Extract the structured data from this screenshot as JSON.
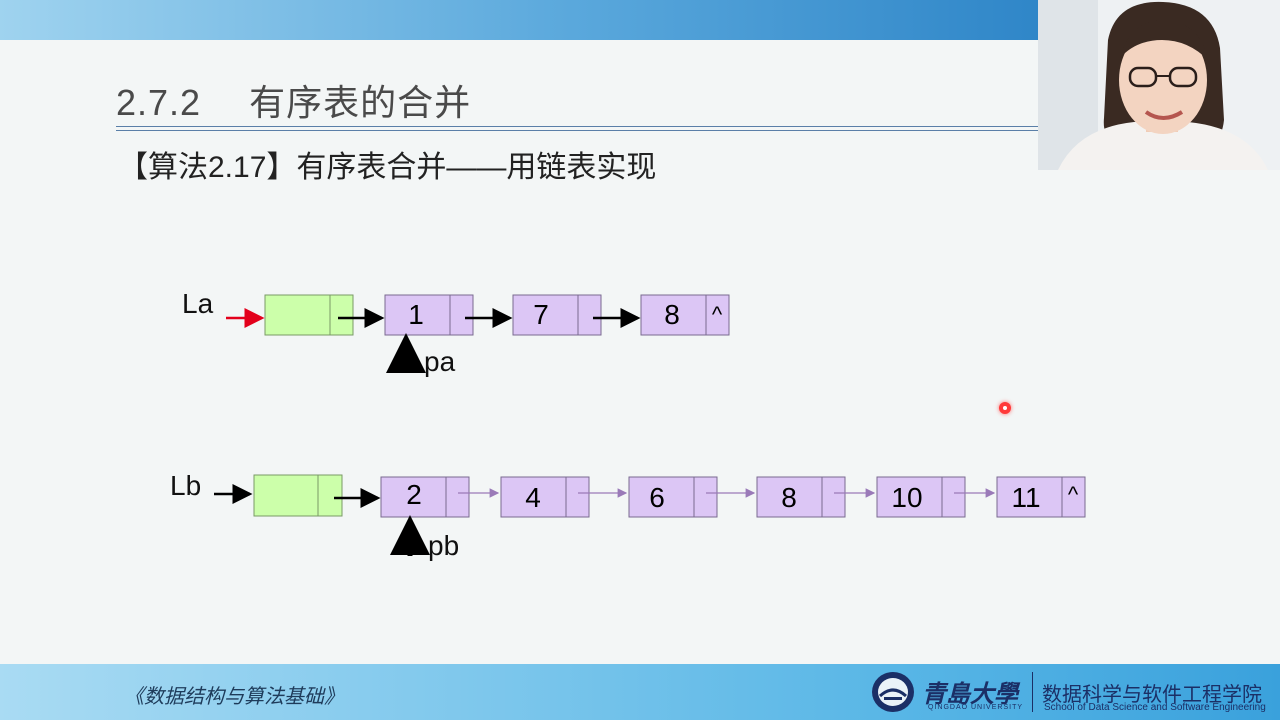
{
  "slide": {
    "section_number": "2.7.2",
    "section_title": "有序表的合并",
    "subtitle": "【算法2.17】有序表合并——用链表实现"
  },
  "list_a": {
    "label": "La",
    "pointer_label": "pa",
    "values": [
      "1",
      "7",
      "8"
    ],
    "null_marker": "^"
  },
  "list_b": {
    "label": "Lb",
    "pointer_label": "pb",
    "values": [
      "2",
      "4",
      "6",
      "8",
      "10",
      "11"
    ],
    "null_marker": "^"
  },
  "colors": {
    "head_node_fill": "#ccffaa",
    "data_node_fill": "#dcc6f5",
    "la_entry_arrow": "#e3001b",
    "link_arrow": "#000000",
    "faint_link_arrow": "#9a7ab8"
  },
  "footer": {
    "course": "《数据结构与算法基础》",
    "university": "青島大學",
    "university_en": "QINGDAO UNIVERSITY",
    "college_cn": "数据科学与软件工程学院",
    "college_en": "School of Data Science and Software Engineering"
  }
}
